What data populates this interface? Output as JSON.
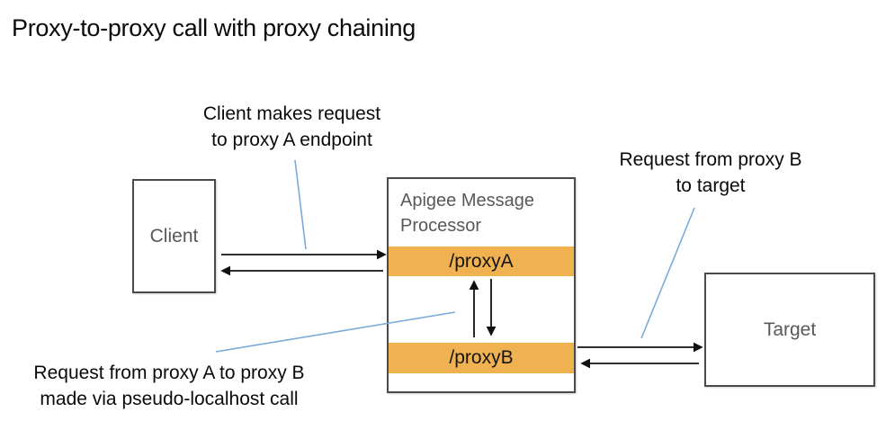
{
  "title": "Proxy-to-proxy call with proxy chaining",
  "annotations": {
    "client_request": {
      "line1": "Client makes request",
      "line2": "to proxy A endpoint"
    },
    "proxy_b_to_target": {
      "line1": "Request from proxy B",
      "line2": "to target"
    },
    "proxy_a_to_proxy_b": {
      "line1": "Request from proxy A to proxy B",
      "line2": "made via pseudo-localhost call"
    }
  },
  "nodes": {
    "client": {
      "label": "Client"
    },
    "message_processor": {
      "label": "Apigee Message Processor"
    },
    "proxy_a": {
      "label": "/proxyA"
    },
    "proxy_b": {
      "label": "/proxyB"
    },
    "target": {
      "label": "Target"
    }
  },
  "colors": {
    "proxy_bar": "#F0B250",
    "callout_line": "#7AAAD9",
    "box_border": "#4A4A4A",
    "muted_text": "#58585A",
    "arrow": "#111111"
  }
}
